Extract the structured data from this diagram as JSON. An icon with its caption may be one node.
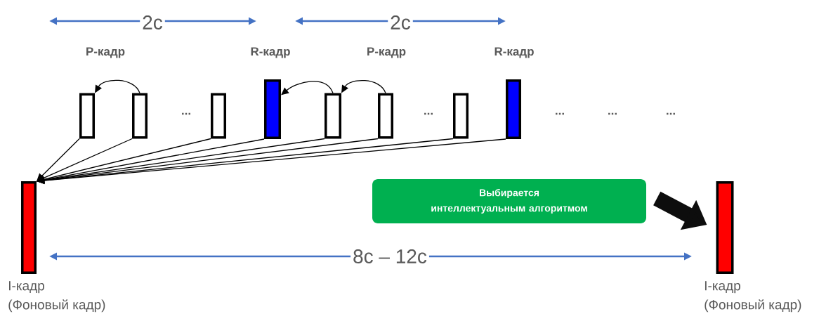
{
  "diagram": {
    "nodes": [
      {
        "text": [],
        "shape": "box"
      },
      {
        "text": [],
        "shape": "box"
      },
      {
        "text": [],
        "shape": "box"
      },
      {
        "text": [],
        "shape": "box"
      },
      {
        "text": [],
        "shape": "box"
      },
      {
        "text": [],
        "shape": "box"
      },
      {
        "text": [],
        "shape": "box"
      },
      {
        "text": [],
        "shape": "box"
      },
      {
        "text": [
          "I-кадр",
          "(Фоновый кадр)"
        ]
      },
      {
        "text": [
          "Выбирается интеллектуальным алгоритмом"
        ]
      },
      {
        "text": [
          "I-кадр",
          "(Фоновый кадр)"
        ]
      }
    ],
    "edges": [
      {
        "from": 0,
        "to": 8,
        "arrow": "to"
      },
      {
        "from": 1,
        "to": 8,
        "arrow": "to"
      },
      {
        "from": 2,
        "to": 8,
        "arrow": "to"
      },
      {
        "from": 3,
        "to": 8,
        "arrow": "to"
      },
      {
        "from": 4,
        "to": 8,
        "arrow": "to"
      },
      {
        "from": 5,
        "to": 8,
        "arrow": "to"
      },
      {
        "from": 6,
        "to": 8,
        "arrow": "to"
      },
      {
        "from": 7,
        "to": 8,
        "arrow": "to"
      },
      {
        "from": 1,
        "to": 0,
        "arrow": "to"
      },
      {
        "from": 4,
        "to": 3,
        "arrow": "to"
      },
      {
        "from": 5,
        "to": 4,
        "arrow": "to"
      },
      {
        "from": 9,
        "to": 10,
        "arrow": "to",
        "style": "thick"
      }
    ],
    "labels": [
      "2с",
      "2с",
      "P-кадр",
      "R-кадр",
      "P-кадр",
      "R-кадр",
      "...",
      "...",
      "...",
      "...",
      "...",
      "8с – 12с"
    ]
  }
}
